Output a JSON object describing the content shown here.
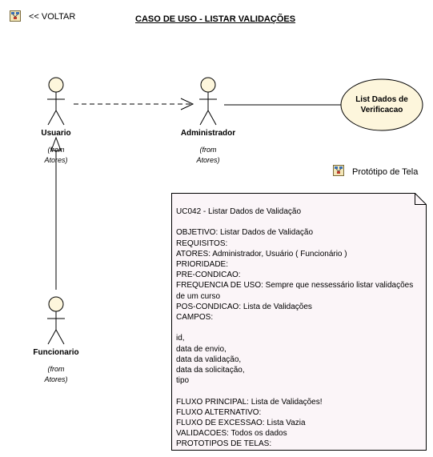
{
  "nav": {
    "back_label": "<< VOLTAR",
    "back_icon": "diagram-link-icon"
  },
  "diagram": {
    "title": "CASO DE USO - LISTAR VALIDAÇÕES"
  },
  "actors": {
    "usuario": {
      "name": "Usuario",
      "from_line1": "(from",
      "from_line2": "Atores)"
    },
    "administrador": {
      "name": "Administrador",
      "from_line1": "(from",
      "from_line2": "Atores)"
    },
    "funcionario": {
      "name": "Funcionario",
      "from_line1": "(from",
      "from_line2": "Atores)"
    }
  },
  "use_case": {
    "line1": "List Dados de",
    "line2": "Verificacao",
    "fill": "#fdf6dc"
  },
  "prototype_link": {
    "label": "Protótipo de Tela",
    "icon": "diagram-link-icon"
  },
  "note": {
    "fill": "#fbf5f8",
    "lines": [
      "UC042 - Listar Dados de Validação",
      "",
      "OBJETIVO: Listar Dados de Validação",
      "REQUISITOS:",
      "ATORES: Administrador, Usuário ( Funcionário )",
      "PRIORIDADE:",
      "PRE-CONDICAO:",
      "FREQUENCIA DE USO: Sempre que nessessário listar validações",
      "de um curso",
      "POS-CONDICAO: Lista de Validações",
      "CAMPOS:",
      "",
      "id,",
      "data de envio,",
      "data da validação,",
      "data da solicitação,",
      "tipo",
      "",
      "FLUXO PRINCIPAL: Lista de Validações!",
      "FLUXO ALTERNATIVO:",
      "FLUXO DE EXCESSAO: Lista Vazia",
      "VALIDACOES: Todos os dados",
      "PROTOTIPOS DE TELAS:"
    ]
  },
  "colors": {
    "actor_head": "#fdf6dc",
    "line": "#000000"
  }
}
